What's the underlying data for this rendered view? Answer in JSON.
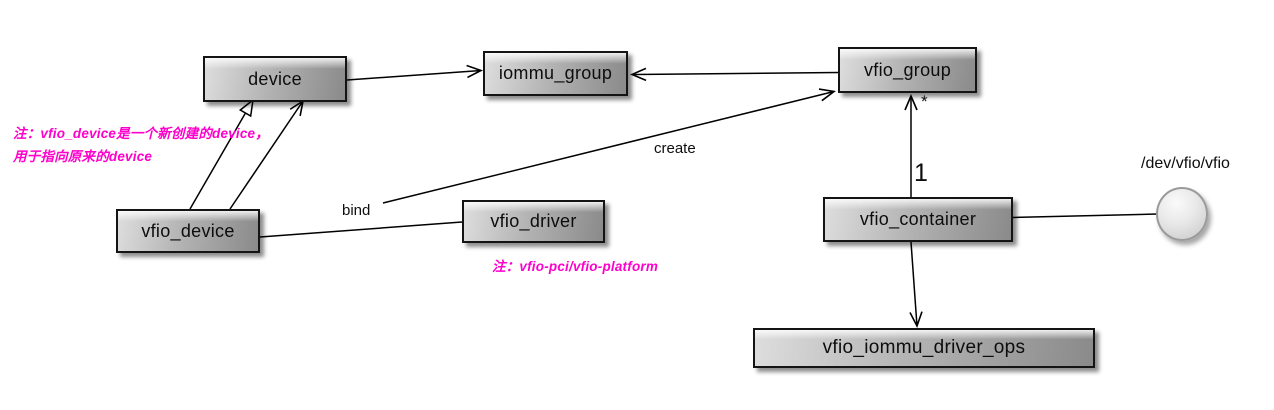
{
  "diagram": {
    "title_hint": "VFIO kernel structures relationship diagram",
    "nodes": {
      "device": {
        "label": "device"
      },
      "iommu_group": {
        "label": "iommu_group"
      },
      "vfio_group": {
        "label": "vfio_group"
      },
      "vfio_device": {
        "label": "vfio_device"
      },
      "vfio_driver": {
        "label": "vfio_driver"
      },
      "vfio_container": {
        "label": "vfio_container"
      },
      "vfio_iommu_driver_ops": {
        "label": "vfio_iommu_driver_ops"
      }
    },
    "edges": [
      {
        "from": "device",
        "to": "iommu_group",
        "label": "",
        "arrow": "open"
      },
      {
        "from": "vfio_group",
        "to": "iommu_group",
        "label": "",
        "arrow": "open"
      },
      {
        "from": "vfio_device",
        "to": "device",
        "label": "",
        "arrow": "hollow-triangle"
      },
      {
        "from": "vfio_device",
        "to": "device",
        "label": "",
        "arrow": "open"
      },
      {
        "from": "vfio_device",
        "to": "vfio_driver",
        "label": "bind",
        "arrow": "none"
      },
      {
        "from": "bind",
        "to": "vfio_group",
        "label": "create",
        "arrow": "open"
      },
      {
        "from": "vfio_container",
        "to": "vfio_group",
        "label": "",
        "arrow": "open",
        "multiplicity_near": "*",
        "multiplicity_far": "1"
      },
      {
        "from": "vfio_container",
        "to": "vfio_iommu_driver_ops",
        "label": "",
        "arrow": "open"
      },
      {
        "from": "vfio_container",
        "to": "dev_vfio_vfio_interface",
        "label": "",
        "arrow": "none"
      }
    ],
    "edge_labels": {
      "bind": "bind",
      "create": "create",
      "group_multiplicity": "*",
      "container_multiplicity": "1"
    },
    "interface": {
      "label": "/dev/vfio/vfio"
    },
    "notes": {
      "vfio_device_note_line1": "注：vfio_device是一个新创建的device，",
      "vfio_device_note_line2": "用于指向原来的device",
      "vfio_driver_note": "注：vfio-pci/vfio-platform"
    },
    "colors": {
      "note_pink": "#ff00cc",
      "box_fill_light": "#dedede",
      "box_fill_dark": "#8a8a8a",
      "box_border": "#141414",
      "line": "#000000"
    }
  }
}
